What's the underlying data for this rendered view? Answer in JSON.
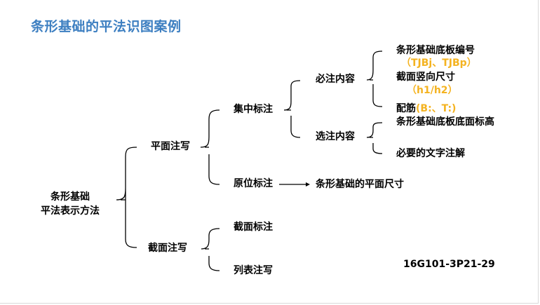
{
  "title": "条形基础的平法识图案例",
  "root": {
    "line1": "条形基础",
    "line2": "平法表示方法"
  },
  "level1": {
    "plan": "平面注写",
    "section": "截面注写"
  },
  "plan_children": {
    "concentrated": "集中标注",
    "original": "原位标注"
  },
  "concentrated_children": {
    "required": "必注内容",
    "optional": "选注内容"
  },
  "required_items": {
    "item1": "条形基础底板编号",
    "item1_note": "（TJBj、TJBp）",
    "item2": "截面竖向尺寸",
    "item2_note": "（h1/h2）",
    "item3_prefix": "配筋",
    "item3_note": "(B:、T:)"
  },
  "optional_items": {
    "item1": "条形基础底板底面标高",
    "item2": "必要的文字注解"
  },
  "original_target": "条形基础的平面尺寸",
  "section_children": {
    "section_mark": "截面标注",
    "table": "列表注写"
  },
  "reference": "16G101-3P21-29",
  "colors": {
    "title": "#3d7fc1",
    "note": "#f4b321",
    "line": "#000000"
  }
}
